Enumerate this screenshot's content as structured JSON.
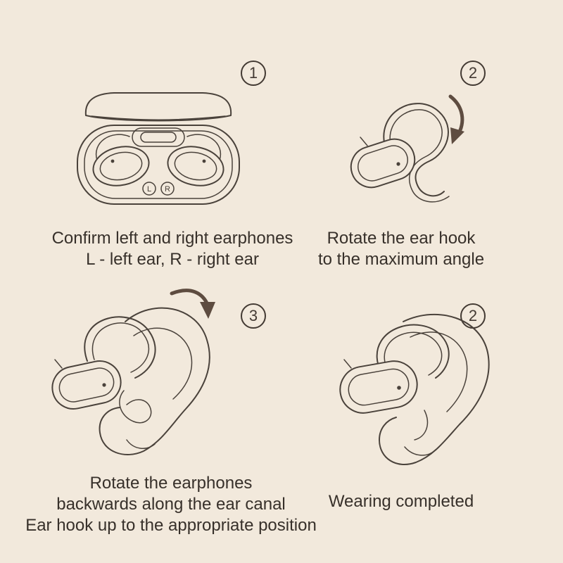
{
  "colors": {
    "background": "#f2e9dc",
    "line": "#4a423b",
    "text": "#37302a",
    "arrow": "#5e4c40"
  },
  "illustrations": {
    "case": {
      "left_marker": "L",
      "right_marker": "R"
    }
  },
  "steps": [
    {
      "number": "1",
      "lines": [
        "Confirm left and right earphones",
        "L - left ear, R - right ear"
      ]
    },
    {
      "number": "2",
      "lines": [
        "Rotate the ear hook",
        "to the maximum angle"
      ]
    },
    {
      "number": "3",
      "lines": [
        "Rotate the earphones",
        "backwards along the ear canal",
        "Ear hook up to the appropriate position"
      ]
    },
    {
      "number": "2",
      "lines": [
        "Wearing completed"
      ]
    }
  ]
}
